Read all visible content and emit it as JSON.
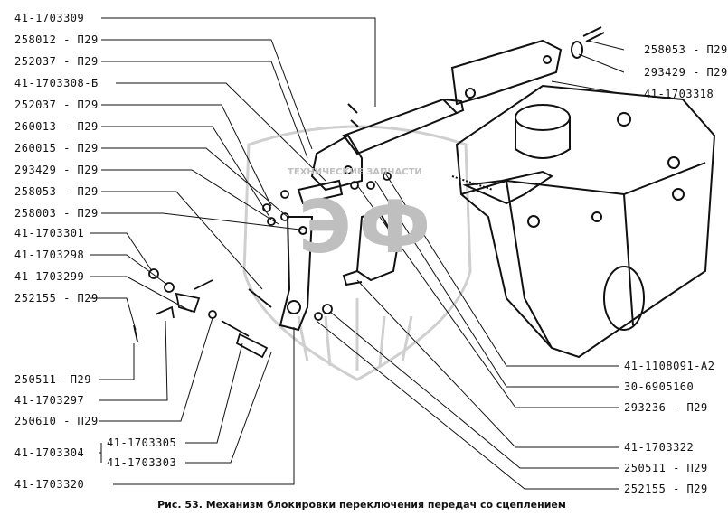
{
  "watermark": {
    "line": "ТЕХНИЧЕСКИЕ ЗАПЧАСТИ",
    "logo": "ЭФ"
  },
  "caption": "Рис. 53. Механизм блокировки переключения передач со сцеплением",
  "labels_left": [
    "41-1703309",
    "258012 - П29",
    "252037 - П29",
    "41-1703308-Б",
    "252037 - П29",
    "260013 - П29",
    "260015 - П29",
    "293429 - П29",
    "258053 - П29",
    "258003 - П29",
    "41-1703301",
    "41-1703298",
    "41-1703299",
    "252155 - П29"
  ],
  "labels_right_top": [
    "258053 - П29",
    "293429 - П29",
    "41-1703318"
  ],
  "labels_bottom_left": [
    "250511- П29",
    "41-1703297",
    "250610 - П29"
  ],
  "group": {
    "parent": "41-1703304",
    "children": [
      "41-1703305",
      "41-1703303"
    ]
  },
  "label_last_left": "41-1703320",
  "labels_right_bottom": [
    "41-1108091-А2",
    "30-6905160",
    "293236 - П29",
    "41-1703322",
    "250511 - П29",
    "252155 - П29"
  ],
  "colors": {
    "ink": "#111111",
    "watermark": "#c8c8c8"
  }
}
